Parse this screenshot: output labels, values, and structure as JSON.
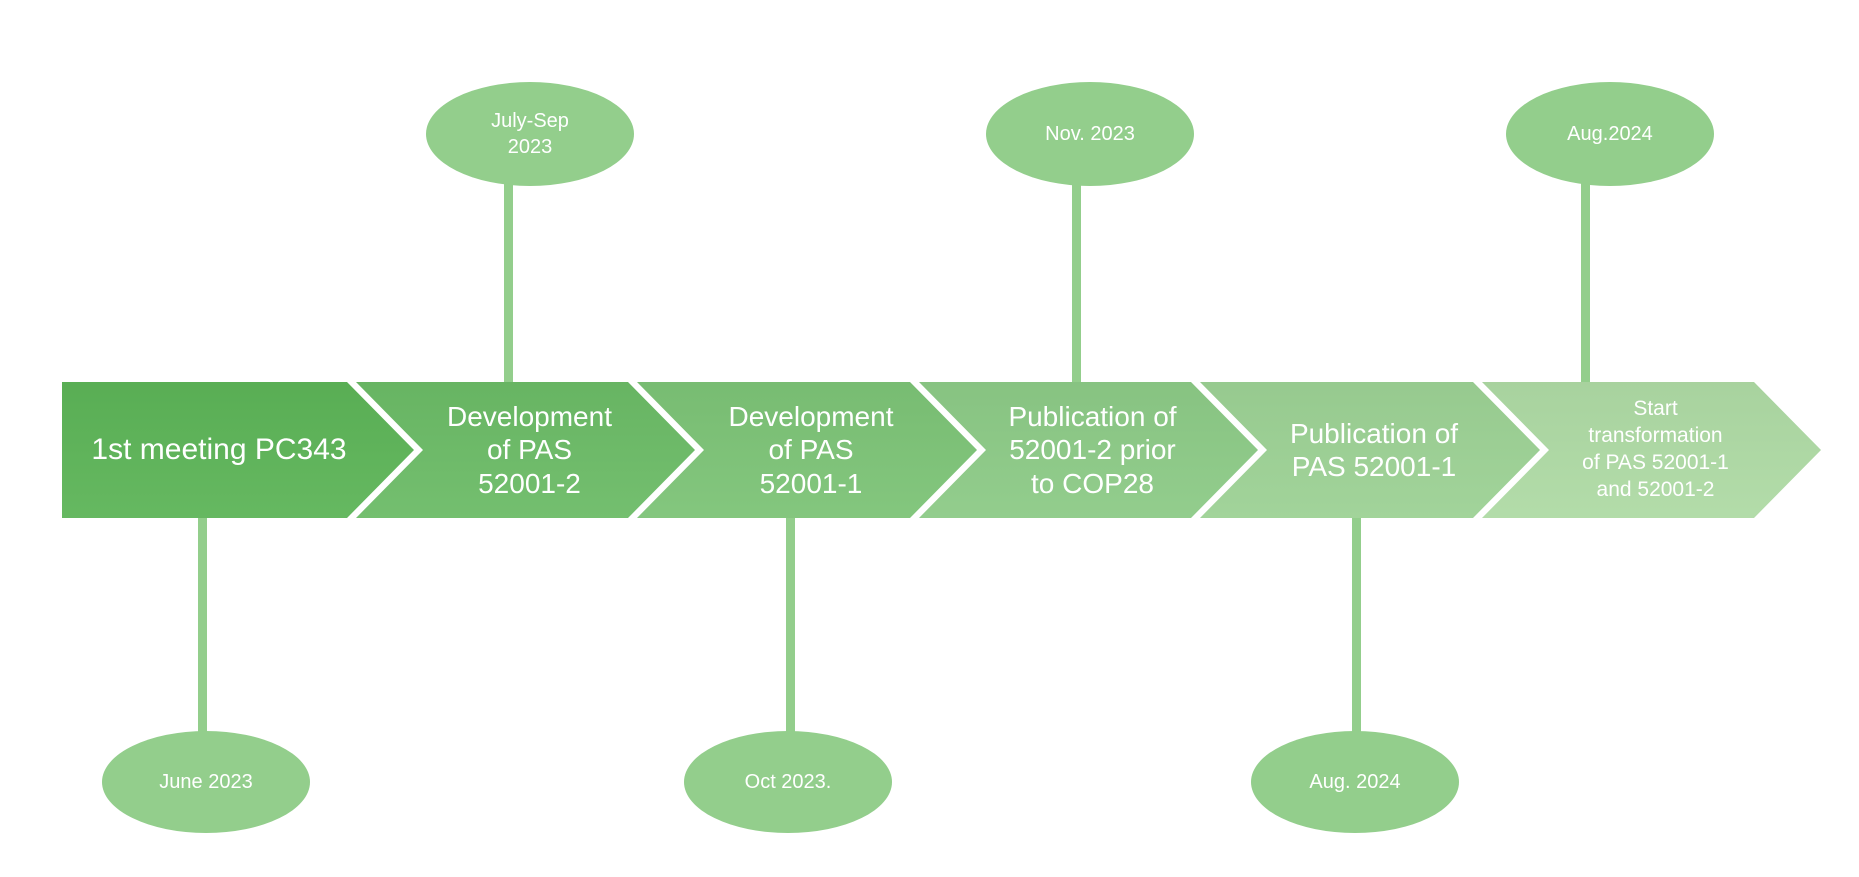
{
  "timeline": {
    "text_color": "#FFFFFF",
    "segments": [
      {
        "label": "1st meeting PC343",
        "color": "#5CB457"
      },
      {
        "label": "Development\nof PAS\n52001-2",
        "color": "#6BBB66"
      },
      {
        "label": "Development\nof PAS\n52001-1",
        "color": "#7CC376"
      },
      {
        "label": "Publication of\n52001-2 prior\nto COP28",
        "color": "#8CCA86"
      },
      {
        "label": "Publication of\nPAS 52001-1",
        "color": "#9CD194"
      },
      {
        "label": "Start\ntransformation\nof PAS 52001-1\nand 52001-2",
        "color": "#AEDAA4"
      }
    ]
  },
  "milestones": {
    "bubble_color": "#93CE8C",
    "connector_color": "#93CE8C",
    "top": [
      {
        "label": "July-Sep\n2023"
      },
      {
        "label": "Nov. 2023"
      },
      {
        "label": "Aug.2024"
      }
    ],
    "bottom": [
      {
        "label": "June 2023"
      },
      {
        "label": "Oct 2023."
      },
      {
        "label": "Aug. 2024"
      }
    ]
  }
}
